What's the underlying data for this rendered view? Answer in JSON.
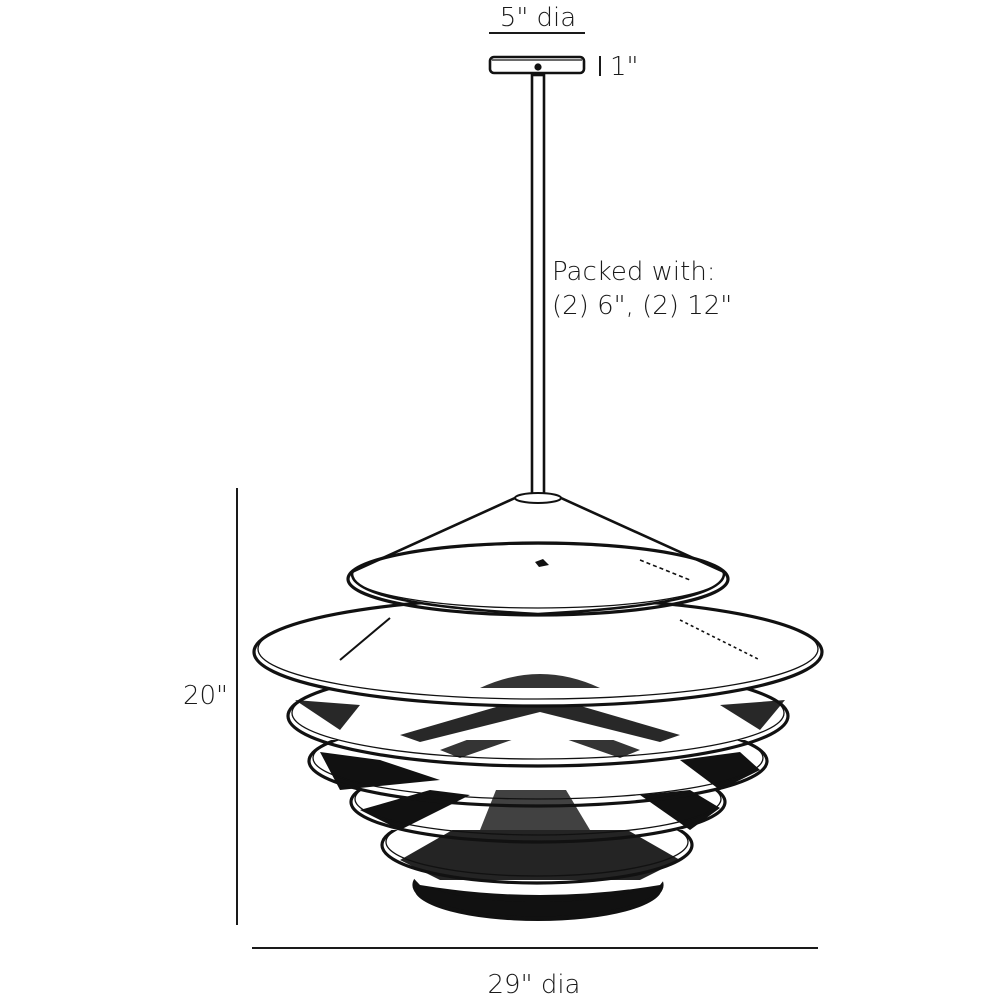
{
  "diagram": {
    "subject": "tiered pendant light fixture",
    "labels": {
      "canopy_diameter": "5\" dia",
      "canopy_height": "1\"",
      "packed_with_line1": "Packed with:",
      "packed_with_line2": "(2) 6\", (2) 12\"",
      "overall_height": "20\"",
      "overall_diameter": "29\" dia"
    },
    "dimensions": {
      "canopy": {
        "diameter_in": 5,
        "height_in": 1
      },
      "fixture": {
        "height_in": 20,
        "diameter_in": 29
      },
      "downrods": [
        {
          "qty": 2,
          "length_in": 6
        },
        {
          "qty": 2,
          "length_in": 12
        }
      ]
    },
    "colors": {
      "line": "#111111",
      "background": "#ffffff"
    }
  }
}
